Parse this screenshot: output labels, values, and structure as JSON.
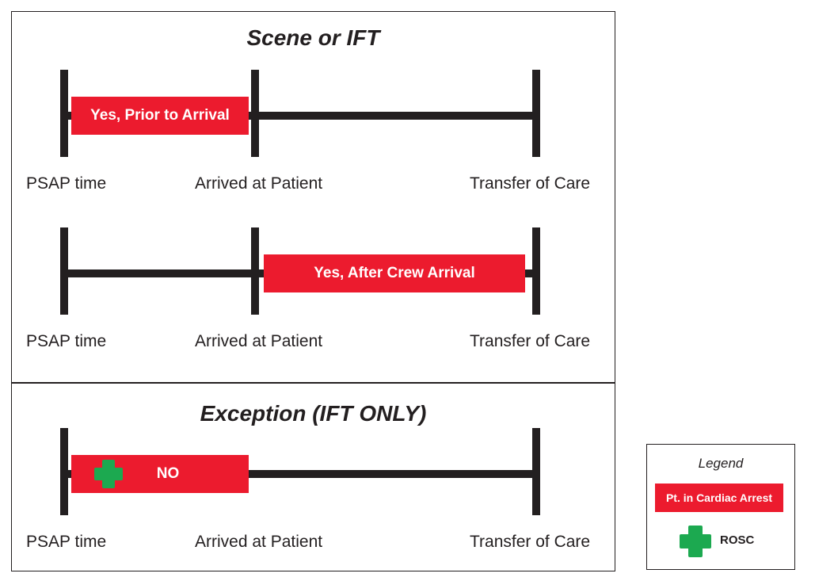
{
  "scene_panel": {
    "title": "Scene or IFT",
    "row1": {
      "box_label": "Yes, Prior to Arrival",
      "labels": [
        "PSAP time",
        "Arrived at Patient",
        "Transfer of Care"
      ]
    },
    "row2": {
      "box_label": "Yes, After Crew Arrival",
      "labels": [
        "PSAP time",
        "Arrived at Patient",
        "Transfer of Care"
      ]
    }
  },
  "exception_panel": {
    "title": "Exception (IFT ONLY)",
    "row": {
      "box_label": "NO",
      "icon": "green-cross-icon",
      "labels": [
        "PSAP time",
        "Arrived at Patient",
        "Transfer of Care"
      ]
    }
  },
  "legend": {
    "title": "Legend",
    "red_item": "Pt. in Cardiac Arrest",
    "green_item": "ROSC"
  },
  "colors": {
    "red": "#ec1b2e",
    "green": "#1ca950",
    "dark": "#231f20"
  }
}
